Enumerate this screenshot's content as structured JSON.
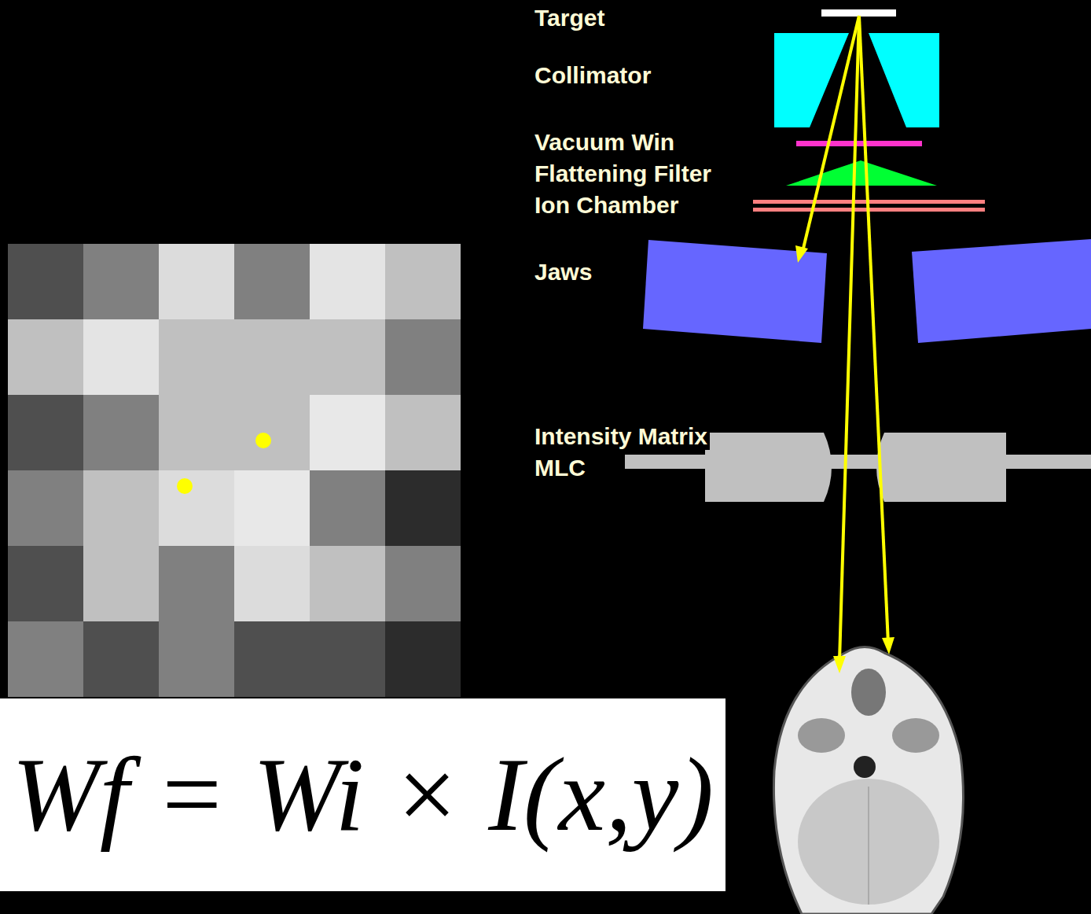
{
  "diagram": {
    "nodes": [
      {
        "text": [
          "Wf = Wi × I(x,y)"
        ]
      }
    ],
    "labels": [
      "Target",
      "Collimator",
      "Vacuum Win",
      "Flattening Filter",
      "Ion Chamber",
      "Jaws",
      "Intensity Matrix",
      "MLC"
    ]
  }
}
